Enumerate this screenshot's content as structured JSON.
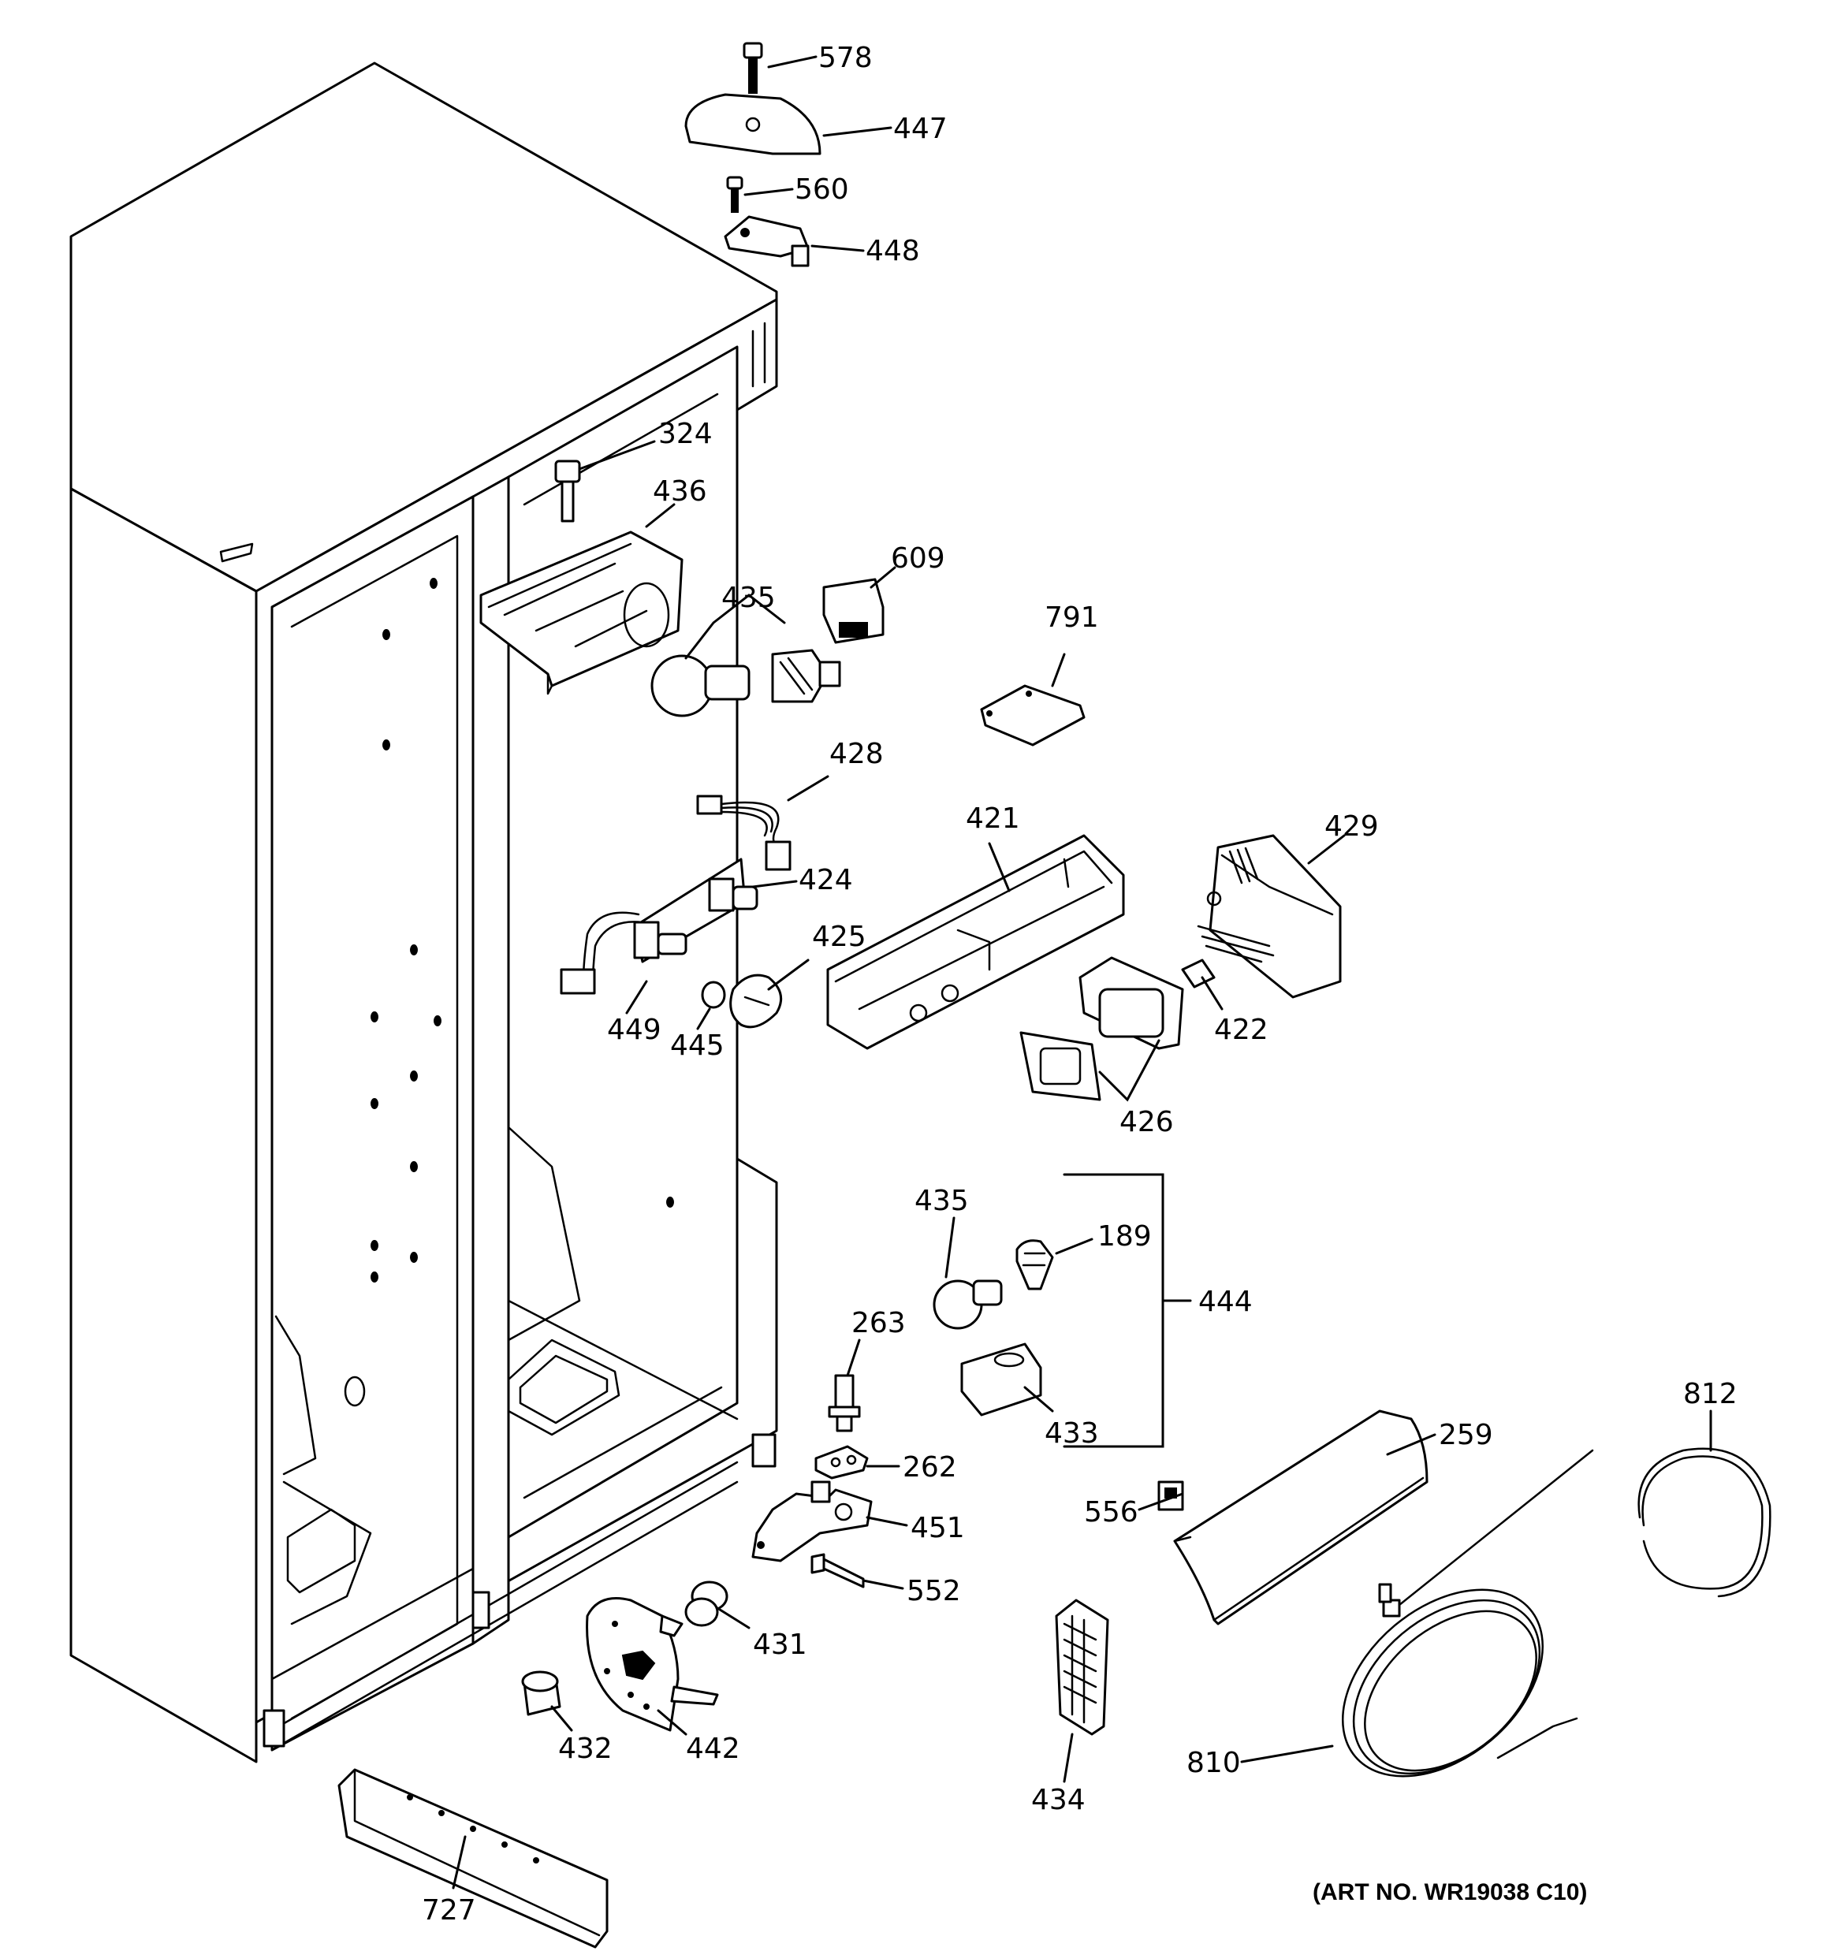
{
  "art_number": "(ART NO. WR19038 C10)",
  "callouts": {
    "p578": "578",
    "p447": "447",
    "p560": "560",
    "p448": "448",
    "p324": "324",
    "p436": "436",
    "p609": "609",
    "p435a": "435",
    "p791": "791",
    "p428": "428",
    "p421": "421",
    "p429": "429",
    "p424": "424",
    "p425": "425",
    "p449": "449",
    "p445": "445",
    "p422": "422",
    "p426": "426",
    "p435b": "435",
    "p189": "189",
    "p444": "444",
    "p263": "263",
    "p433": "433",
    "p812": "812",
    "p262": "262",
    "p259": "259",
    "p451": "451",
    "p556": "556",
    "p552": "552",
    "p431": "431",
    "p432": "432",
    "p442": "442",
    "p810": "810",
    "p434": "434",
    "p727": "727"
  }
}
